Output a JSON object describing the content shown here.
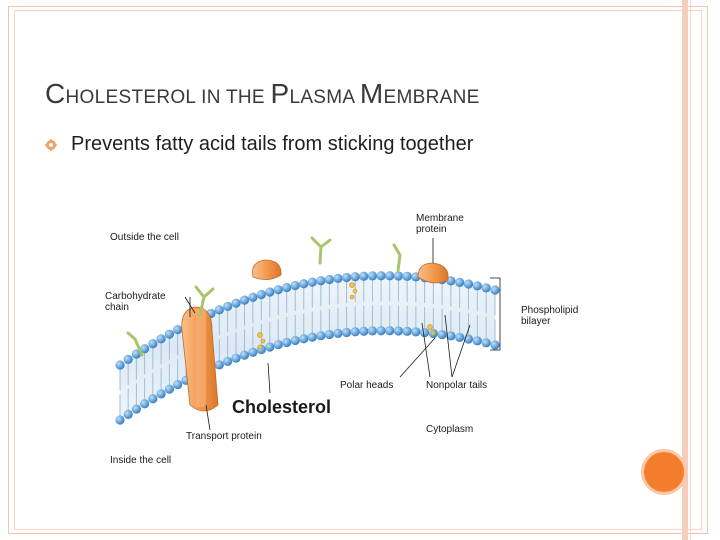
{
  "slide": {
    "title": {
      "part1_cap": "C",
      "part1_rest": "HOLESTEROL IN THE ",
      "part2_cap": "P",
      "part2_rest": "LASMA ",
      "part3_cap": "M",
      "part3_rest": "EMBRANE"
    },
    "bullet": "Prevents fatty acid tails from sticking together",
    "colors": {
      "accent": "#f47c2d",
      "frame": "#f2c3b0",
      "bullet_icon": "#f0a062"
    }
  },
  "figure": {
    "labels": {
      "outside": "Outside the cell",
      "membrane_protein": "Membrane\nprotein",
      "carbohydrate": "Carbohydrate\nchain",
      "phospholipid": "Phospholipid\nbilayer",
      "polar_heads": "Polar heads",
      "nonpolar_tails": "Nonpolar tails",
      "cholesterol": "Cholesterol",
      "cytoplasm": "Cytoplasm",
      "transport": "Transport protein",
      "inside": "Inside the cell"
    },
    "colors": {
      "head": "#5aa0d8",
      "protein": "#f0a062",
      "carbohydrate": "#a9c46a",
      "cholesterol": "#f3c24a"
    }
  }
}
